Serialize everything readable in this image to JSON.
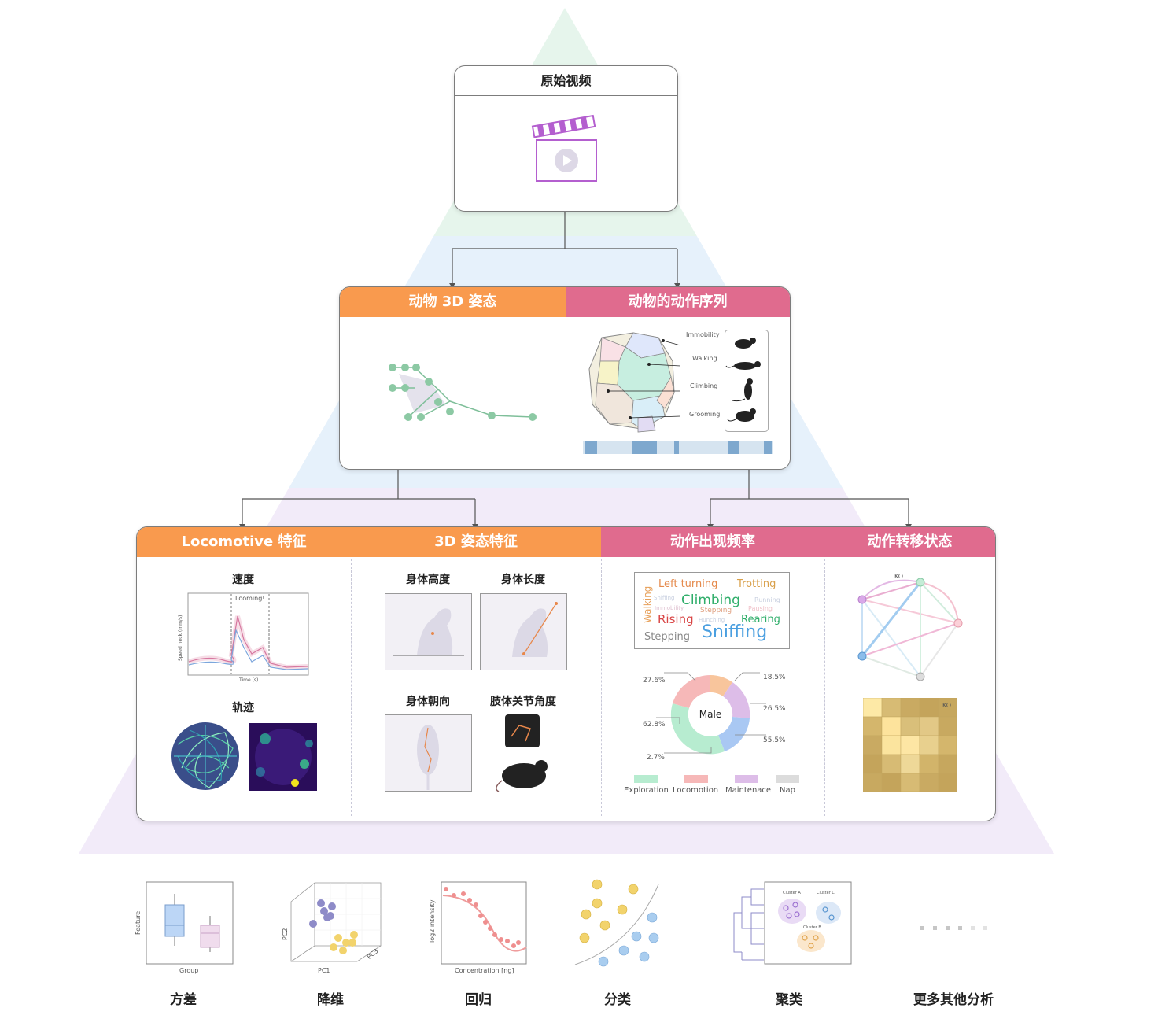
{
  "top": {
    "title": "原始视频"
  },
  "mid": {
    "left_title": "动物 3D 姿态",
    "right_title": "动物的动作序列",
    "behaviors": [
      "Immobility",
      "Walking",
      "Climbing",
      "Grooming"
    ]
  },
  "bottom": {
    "h1": "Locomotive 特征",
    "h2": "3D 姿态特征",
    "h3": "动作出现频率",
    "h4": "动作转移状态",
    "speed": "速度",
    "looming": "Looming!",
    "speed_ylabel": "Speed neck (mm/s)",
    "speed_xlabel": "Time (s)",
    "trajectory": "轨迹",
    "body_height": "身体高度",
    "body_length": "身体长度",
    "body_orient": "身体朝向",
    "joint_angle": "肢体关节角度",
    "words": [
      "Left turning",
      "Trotting",
      "Walking",
      "Climbing",
      "Rising",
      "Rearing",
      "Stepping",
      "Sniffing",
      "Running",
      "Sniffing",
      "Immobility",
      "Stepping",
      "Pausing",
      "Hunching"
    ],
    "donut_center": "Male",
    "donut_labels": [
      "27.6%",
      "18.5%",
      "26.5%",
      "62.8%",
      "55.5%",
      "2.7%"
    ],
    "legend": [
      "Exploration",
      "Locomotion",
      "Maintenace",
      "Nap"
    ],
    "ko1": "KO",
    "ko2": "KO"
  },
  "analysis": [
    {
      "label": "方差",
      "xlabel": "Group",
      "ylabel": "Feature"
    },
    {
      "label": "降维",
      "xlabel": "PC1",
      "ylabel": "PC2",
      "zlabel": "PC3"
    },
    {
      "label": "回归",
      "xlabel": "Concentration [ng]",
      "ylabel": "log2 intensity"
    },
    {
      "label": "分类"
    },
    {
      "label": "聚类",
      "c1": "Cluster A",
      "c2": "Cluster C",
      "c3": "Cluster B"
    },
    {
      "label": "更多其他分析"
    }
  ],
  "colors": {
    "orange": "#f99a4e",
    "pink": "#e06b8e"
  }
}
